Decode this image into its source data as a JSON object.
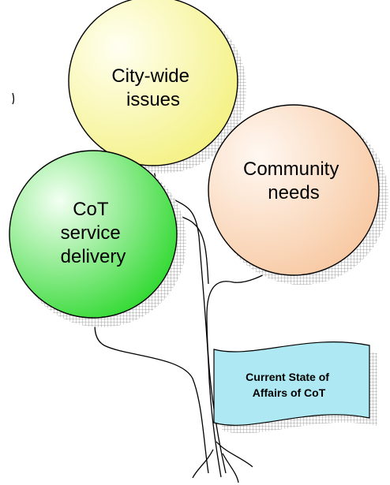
{
  "balloons": {
    "city_wide": {
      "line1": "City-wide",
      "line2": "issues",
      "color_light": "#fffff2",
      "color_dark": "#f3f07a"
    },
    "community": {
      "line1": "Community",
      "line2": "needs",
      "color_light": "#fff8f2",
      "color_dark": "#f7c59c"
    },
    "service": {
      "line1": "CoT",
      "line2": "service",
      "line3": "delivery",
      "color_light": "#f3fff3",
      "color_dark": "#22d622"
    }
  },
  "flag": {
    "line1": "Current State of",
    "line2": "Affairs of CoT",
    "fill_color": "#aee8f2"
  },
  "colors": {
    "outline": "#000000",
    "shadow_grid": "#8c8c8c"
  }
}
